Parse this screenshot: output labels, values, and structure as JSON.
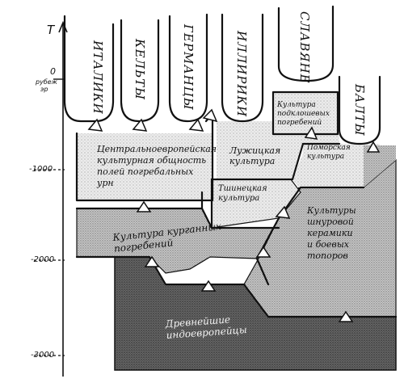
{
  "axis": {
    "symbol": "T",
    "ticks": [
      {
        "label": "0",
        "sublabel": "рубеж\nэр"
      },
      {
        "label": "-1000"
      },
      {
        "label": "-2000"
      },
      {
        "label": "-3000"
      }
    ]
  },
  "peoples": [
    "ИТАЛИКИ",
    "КЕЛЬТЫ",
    "ГЕРМАНЦЫ",
    "ИЛЛИРИКИ",
    "СЛАВЯНЕ",
    "БАЛТЫ"
  ],
  "cultures": {
    "urnfield": "Центральноевропейская\nкультурная общность\nполей погребальных\nурн",
    "lusatian": "Лужицкая\nкультура",
    "podklosh": "Культура\nподклошевых\nпогребений",
    "pomeranian": "Поморская\nкультура",
    "tshinets": "Тшинецкая\nкультура",
    "corded": "Культуры\nшнуровой\nкерамики\nи боевых\nтопоров",
    "barrow": "Культура курганных\nпогребений",
    "ancient": "Древнейшие\nиндоевропейцы"
  },
  "colors": {
    "ink": "#111111",
    "light_fill": "#dcdcdc",
    "mid_fill": "#bdbdbd",
    "dark_fill": "#5e5e5e"
  }
}
